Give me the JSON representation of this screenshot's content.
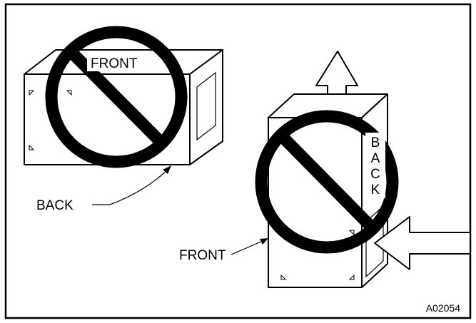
{
  "figure": {
    "left_box": {
      "label_front": "FRONT",
      "label_back": "BACK"
    },
    "right_box": {
      "label_back_vertical": [
        "B",
        "A",
        "C",
        "K"
      ],
      "label_front": "FRONT"
    },
    "figure_code": "A02054"
  }
}
